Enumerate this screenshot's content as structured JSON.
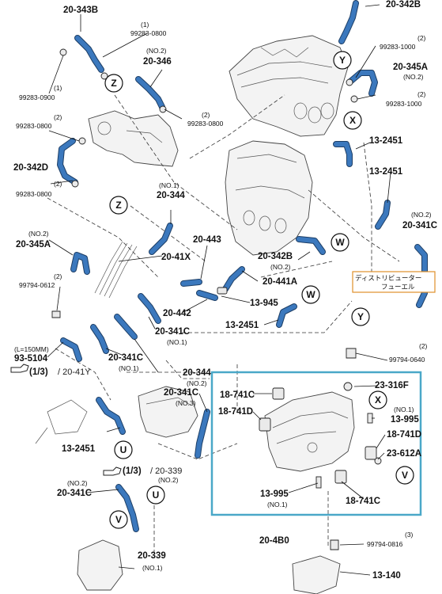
{
  "callouts": {
    "c01": {
      "text": "20-343B"
    },
    "c02": {
      "text": "(1)"
    },
    "c03": {
      "text": "99283-0800"
    },
    "c04": {
      "text": "(NO.2)"
    },
    "c05": {
      "text": "20-346"
    },
    "c06": {
      "text": "(1)"
    },
    "c07": {
      "text": "99283-0900"
    },
    "c08": {
      "text": "(2)"
    },
    "c09": {
      "text": "99283-0800"
    },
    "c10": {
      "text": "(2)"
    },
    "c11": {
      "text": "99283-0800"
    },
    "c12": {
      "text": "20-342D"
    },
    "c13": {
      "text": "(2)"
    },
    "c14": {
      "text": "99283-0800"
    },
    "c15": {
      "text": "20-342B"
    },
    "c16": {
      "text": "(2)"
    },
    "c17": {
      "text": "99283-1000"
    },
    "c18": {
      "text": "20-345A"
    },
    "c19": {
      "text": "(NO.2)"
    },
    "c20": {
      "text": "(2)"
    },
    "c21": {
      "text": "99283-1000"
    },
    "c22": {
      "text": "13-2451"
    },
    "c23": {
      "text": "13-2451"
    },
    "c24": {
      "text": "(NO.1)"
    },
    "c25": {
      "text": "20-344"
    },
    "c26": {
      "text": "(NO.2)"
    },
    "c27": {
      "text": "20-341C"
    },
    "c28": {
      "text": "(NO.2)"
    },
    "c29": {
      "text": "20-345A"
    },
    "c30": {
      "text": "20-41X"
    },
    "c31": {
      "text": "20-443"
    },
    "c32": {
      "text": "20-342B"
    },
    "c33": {
      "text": "(NO.2)"
    },
    "c34": {
      "text": "20-441A"
    },
    "c35": {
      "text": "(2)"
    },
    "c36": {
      "text": "99794-0612"
    },
    "c37": {
      "text": "13-945"
    },
    "c38": {
      "text": "20-442"
    },
    "c39": {
      "text": "13-2451"
    },
    "c40": {
      "text": "20-341C"
    },
    "c41": {
      "text": "(NO.1)"
    },
    "c42": {
      "text": "(2)"
    },
    "c43": {
      "text": "99794-0640"
    },
    "c44": {
      "text": "(L=150MM)"
    },
    "c45": {
      "text": "93-5104"
    },
    "c46": {
      "text": "(1/3)"
    },
    "c47": {
      "text": "/ 20-41Y"
    },
    "c48": {
      "text": "20-341C"
    },
    "c49": {
      "text": "(NO.1)"
    },
    "c50": {
      "text": "20-344"
    },
    "c51": {
      "text": "(NO.2)"
    },
    "c52": {
      "text": "20-341C"
    },
    "c53": {
      "text": "(NO.3)"
    },
    "c54": {
      "text": "23-316F"
    },
    "c55": {
      "text": "18-741C"
    },
    "c56": {
      "text": "18-741D"
    },
    "c57": {
      "text": "(NO.1)"
    },
    "c58": {
      "text": "13-995"
    },
    "c59": {
      "text": "18-741D"
    },
    "c60": {
      "text": "23-612A"
    },
    "c61": {
      "text": "13-2451"
    },
    "c62": {
      "text": "(1/3)"
    },
    "c63": {
      "text": "/ 20-339"
    },
    "c64": {
      "text": "(NO.2)"
    },
    "c65": {
      "text": "(NO.2)"
    },
    "c66": {
      "text": "20-341C"
    },
    "c67": {
      "text": "13-995"
    },
    "c68": {
      "text": "(NO.1)"
    },
    "c69": {
      "text": "18-741C"
    },
    "c70": {
      "text": "20-4B0"
    },
    "c71": {
      "text": "(3)"
    },
    "c72": {
      "text": "99794-0816"
    },
    "c73": {
      "text": "20-339"
    },
    "c74": {
      "text": "(NO.1)"
    },
    "c75": {
      "text": "13-140"
    }
  },
  "note_box": {
    "line1": "ディストリビューター",
    "line2": "フューエル"
  },
  "refs": {
    "z": "Z",
    "y": "Y",
    "x": "X",
    "w": "W",
    "v": "V",
    "u": "U"
  },
  "colors": {
    "hose": "#3b78bd",
    "highlight_box": "#4aa8c8",
    "note_border": "#e0902a"
  }
}
